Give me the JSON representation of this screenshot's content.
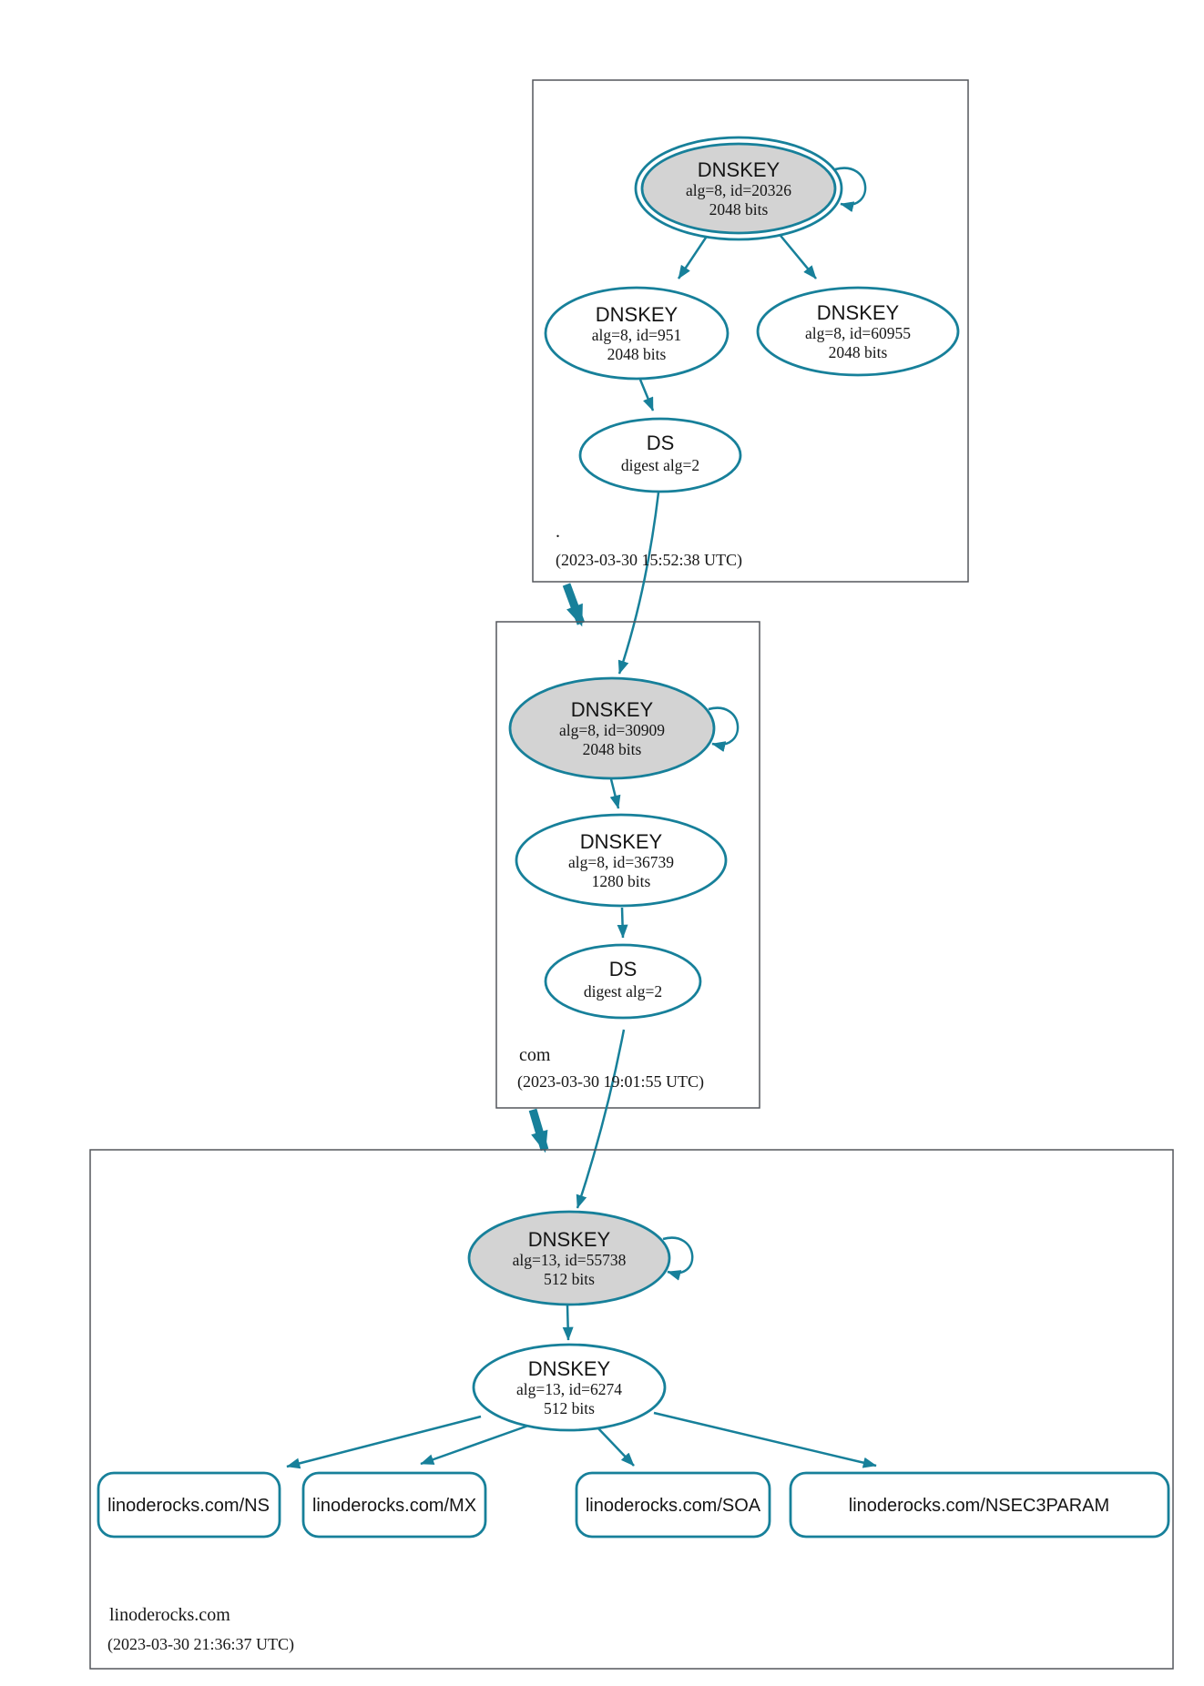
{
  "diagram_type": "dnssec-authentication-chain",
  "colors": {
    "secure_edge": "#17809a",
    "ksk_fill": "#d3d3d3",
    "node_fill": "#ffffff",
    "zone_border": "#54575c",
    "text": "#151515",
    "background": "#ffffff"
  },
  "zones": {
    "root": {
      "name": ".",
      "timestamp": "(2023-03-30 15:52:38 UTC)",
      "ksk": {
        "title": "DNSKEY",
        "detail": "alg=8, id=20326",
        "bits": "2048 bits"
      },
      "zsk1": {
        "title": "DNSKEY",
        "detail": "alg=8, id=951",
        "bits": "2048 bits"
      },
      "zsk2": {
        "title": "DNSKEY",
        "detail": "alg=8, id=60955",
        "bits": "2048 bits"
      },
      "ds": {
        "title": "DS",
        "detail": "digest alg=2"
      }
    },
    "com": {
      "name": "com",
      "timestamp": "(2023-03-30 19:01:55 UTC)",
      "ksk": {
        "title": "DNSKEY",
        "detail": "alg=8, id=30909",
        "bits": "2048 bits"
      },
      "zsk": {
        "title": "DNSKEY",
        "detail": "alg=8, id=36739",
        "bits": "1280 bits"
      },
      "ds": {
        "title": "DS",
        "detail": "digest alg=2"
      }
    },
    "linoderocks": {
      "name": "linoderocks.com",
      "timestamp": "(2023-03-30 21:36:37 UTC)",
      "ksk": {
        "title": "DNSKEY",
        "detail": "alg=13, id=55738",
        "bits": "512 bits"
      },
      "zsk": {
        "title": "DNSKEY",
        "detail": "alg=13, id=6274",
        "bits": "512 bits"
      },
      "rrsets": {
        "ns": "linoderocks.com/NS",
        "mx": "linoderocks.com/MX",
        "soa": "linoderocks.com/SOA",
        "nsec3param": "linoderocks.com/NSEC3PARAM"
      }
    }
  }
}
